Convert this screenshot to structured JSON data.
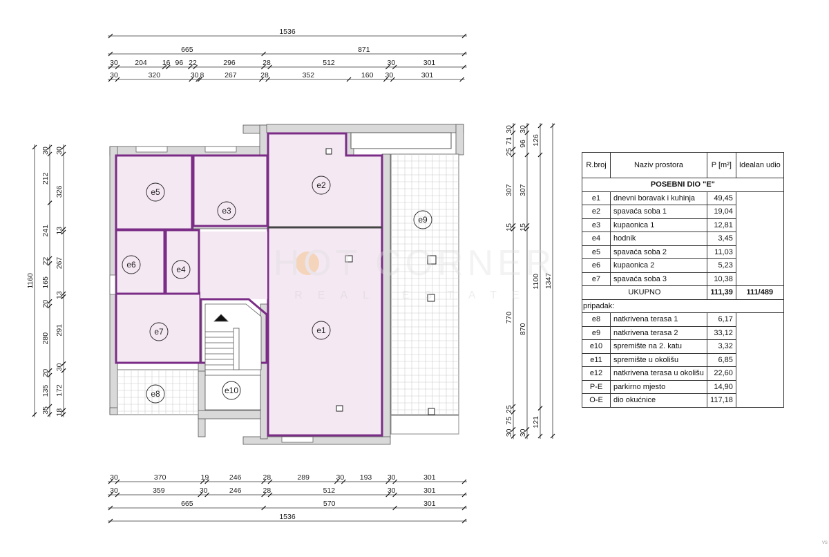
{
  "dimensions": {
    "top": [
      [
        1536
      ],
      [
        665,
        871
      ],
      [
        30,
        204,
        16,
        96,
        22,
        296,
        28,
        512,
        30,
        301
      ],
      [
        30,
        320,
        30,
        8,
        267,
        28,
        352,
        160,
        30,
        301
      ]
    ],
    "bottom": [
      [
        30,
        370,
        19,
        246,
        28,
        289,
        30,
        193,
        30,
        301
      ],
      [
        30,
        359,
        30,
        246,
        28,
        512,
        30,
        301
      ],
      [
        665,
        570,
        301
      ],
      [
        1536
      ]
    ],
    "left": [
      [
        1160
      ],
      [
        30,
        212,
        241,
        22,
        165,
        20,
        280,
        20,
        135,
        35
      ],
      [
        30,
        326,
        13,
        267,
        13,
        291,
        30,
        172,
        18
      ]
    ],
    "right": [
      [
        30,
        71,
        25,
        307,
        15,
        770,
        25,
        75,
        30
      ],
      [
        30,
        96,
        307,
        15,
        870,
        30
      ],
      [
        126,
        1100,
        121
      ],
      [
        1347
      ]
    ]
  },
  "rooms": {
    "e1": "e1",
    "e2": "e2",
    "e3": "e3",
    "e4": "e4",
    "e5": "e5",
    "e6": "e6",
    "e7": "e7",
    "e8": "e8",
    "e9": "e9",
    "e10": "e10"
  },
  "watermark": {
    "brand": "HOT CORNER",
    "sub": "REAL ESTATE"
  },
  "table": {
    "headers": {
      "num": "R.broj",
      "name": "Naziv prostora",
      "area": "P [m²]",
      "share": "Idealan udio"
    },
    "section_title": "POSEBNI DIO \"E\"",
    "main_rows": [
      {
        "id": "e1",
        "name": "dnevni boravak i kuhinja",
        "area": "49,45"
      },
      {
        "id": "e2",
        "name": "spavaća soba 1",
        "area": "19,04"
      },
      {
        "id": "e3",
        "name": "kupaonica 1",
        "area": "12,81"
      },
      {
        "id": "e4",
        "name": "hodnik",
        "area": "3,45"
      },
      {
        "id": "e5",
        "name": "spavaća soba 2",
        "area": "11,03"
      },
      {
        "id": "e6",
        "name": "kupaonica 2",
        "area": "5,23"
      },
      {
        "id": "e7",
        "name": "spavaća soba 3",
        "area": "10,38"
      }
    ],
    "total": {
      "label": "UKUPNO",
      "area": "111,39",
      "share": "111/489"
    },
    "appurtenance_label": "pripadak:",
    "extra_rows": [
      {
        "id": "e8",
        "name": "natkrivena terasa 1",
        "area": "6,17"
      },
      {
        "id": "e9",
        "name": "natkrivena terasa 2",
        "area": "33,12"
      },
      {
        "id": "e10",
        "name": "spremište na 2. katu",
        "area": "3,32"
      },
      {
        "id": "e11",
        "name": "spremište u okolišu",
        "area": "6,85"
      },
      {
        "id": "e12",
        "name": "natkrivena terasa u okolišu",
        "area": "22,60"
      },
      {
        "id": "P-E",
        "name": "parkirno mjesto",
        "area": "14,90"
      },
      {
        "id": "O-E",
        "name": "dio okućnice",
        "area": "117,18"
      }
    ]
  },
  "corner_text": "vs",
  "colors": {
    "room_fill": "#f4e8f2",
    "room_outline": "#7a2c86",
    "wall": "#d9d9d9",
    "wall_edge": "#555555"
  }
}
